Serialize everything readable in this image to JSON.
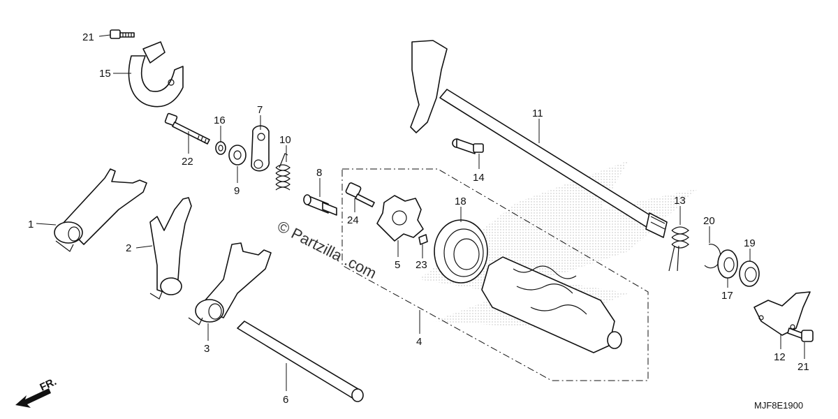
{
  "diagram": {
    "callouts": [
      {
        "id": "c21a",
        "label": "21"
      },
      {
        "id": "c15",
        "label": "15"
      },
      {
        "id": "c16",
        "label": "16"
      },
      {
        "id": "c7",
        "label": "7"
      },
      {
        "id": "c22",
        "label": "22"
      },
      {
        "id": "c9",
        "label": "9"
      },
      {
        "id": "c10",
        "label": "10"
      },
      {
        "id": "c8",
        "label": "8"
      },
      {
        "id": "c1",
        "label": "1"
      },
      {
        "id": "c2",
        "label": "2"
      },
      {
        "id": "c3",
        "label": "3"
      },
      {
        "id": "c6",
        "label": "6"
      },
      {
        "id": "c24",
        "label": "24"
      },
      {
        "id": "c5",
        "label": "5"
      },
      {
        "id": "c23",
        "label": "23"
      },
      {
        "id": "c18",
        "label": "18"
      },
      {
        "id": "c4",
        "label": "4"
      },
      {
        "id": "c11",
        "label": "11"
      },
      {
        "id": "c14",
        "label": "14"
      },
      {
        "id": "c13",
        "label": "13"
      },
      {
        "id": "c20",
        "label": "20"
      },
      {
        "id": "c19",
        "label": "19"
      },
      {
        "id": "c17",
        "label": "17"
      },
      {
        "id": "c12",
        "label": "12"
      },
      {
        "id": "c21b",
        "label": "21"
      }
    ],
    "watermark_line1": "© Partzilla",
    "watermark_line2": ".com",
    "front_label": "FR.",
    "diagram_code": "MJF8E1900"
  }
}
